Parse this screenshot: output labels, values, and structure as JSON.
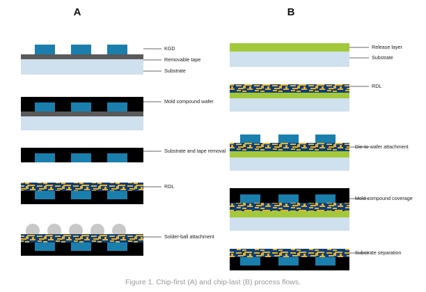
{
  "flow_a": {
    "title": "A",
    "steps": [
      "KGD",
      "Removable tape",
      "Substrate",
      "Mold compound wafer",
      "Substrate and tape removal",
      "RDL",
      "Solder-ball attachment"
    ]
  },
  "flow_b": {
    "title": "B",
    "steps": [
      "Release layer",
      "Substrate",
      "RDL",
      "Die-to-wafer attachment",
      "Mold compound coverage",
      "Substrate separation"
    ]
  },
  "caption": "Figure 1. Chip-first (A) and chip-last (B) process flows.",
  "colors": {
    "die": "#1b7fae",
    "mold": "#000000",
    "tape": "#5a5a5a",
    "substrate": "#cfe0ee",
    "release_layer": "#a3c93a",
    "rdl_base": "#0d3f78",
    "rdl_trace": "#e8b030",
    "solder_ball": "#c8c8c8",
    "leader_line": "#333333"
  }
}
